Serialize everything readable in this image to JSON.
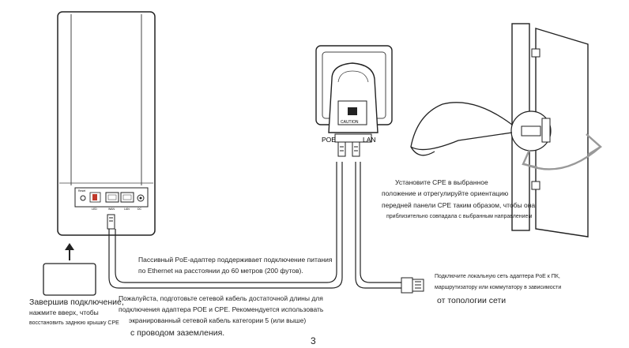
{
  "device_labels": {
    "reset": "Reset",
    "led": "LED",
    "wan": "WAN",
    "lan": "LAN",
    "dc": "DC"
  },
  "poe_adapter": {
    "caution_label": "CAUTION",
    "poe_port_label": "POE",
    "lan_port_label": "LAN"
  },
  "notes": {
    "install_line1": "Установите CPE в выбранное",
    "install_line2": "положение и отрегулируйте ориентацию",
    "install_line3": "передней панели CPE таким образом, чтобы она",
    "install_line4": "приблизительно совпадала с выбранным направлением",
    "passive_poe_line1": "Пассивный PoE-адаптер поддерживает подключение питания",
    "passive_poe_line2": "по Ethernet на расстоянии до 60 метров (200 футов).",
    "cable_line1": "Пожалуйста, подготовьте сетевой кабель достаточной длины для",
    "cable_line2": "подключения адаптера POE и CPE. Рекомендуется использовать",
    "cable_line3": "экранированный сетевой кабель категории 5 (или выше)",
    "cable_line4": "с проводом заземления.",
    "connect_line1": "Подключите локальную сеть адаптера PoE к ПК,",
    "connect_line2": "маршрутизатору или коммутатору в зависимости",
    "connect_line3": "от топологии сети",
    "finish_line1": "Завершив подключение,",
    "finish_line2": "нажмите вверх, чтобы",
    "finish_line3": "восстановить заднюю крышку CPE"
  },
  "page_number": "3"
}
